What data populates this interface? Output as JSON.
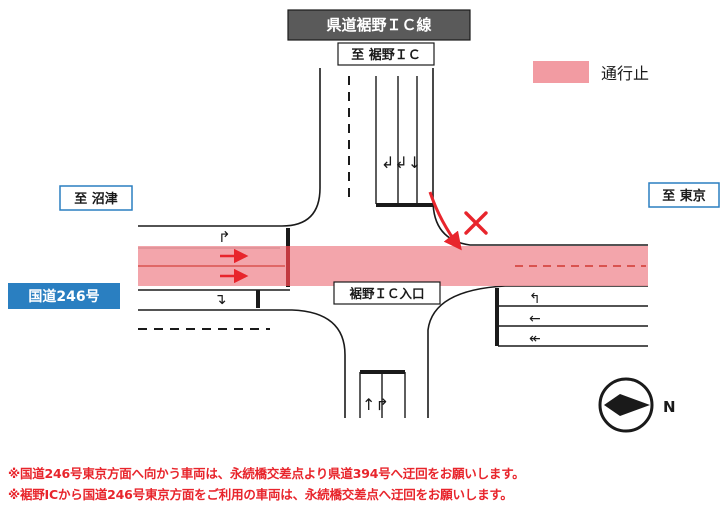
{
  "road_labels": {
    "top_route": "県道裾野ＩＣ線",
    "to_north": "至 裾野ＩＣ",
    "to_west": "至 沼津",
    "to_east": "至 東京",
    "national_route": "国道246号",
    "junction": "裾野ＩＣ入口"
  },
  "legend": {
    "closure_label": "通行止",
    "closure_color": "#f29ba2"
  },
  "compass": {
    "direction": "N",
    "icon": "north-arrow-icon"
  },
  "colors": {
    "road_line": "#1a1a1a",
    "closure": "#f29ba2",
    "closure_edge": "#d9534f",
    "arrow_red": "#e8252c",
    "national_badge": "#2a7fc1",
    "top_badge": "#5a5a5a",
    "note_text": "#e8252c"
  },
  "notes": [
    "※国道246号東京方面へ向かう車両は、永続橋交差点より県道394号へ迂回をお願いします。",
    "※裾野ICから国道246号東京方面をご利用の車両は、永続橋交差点へ迂回をお願いします。"
  ]
}
